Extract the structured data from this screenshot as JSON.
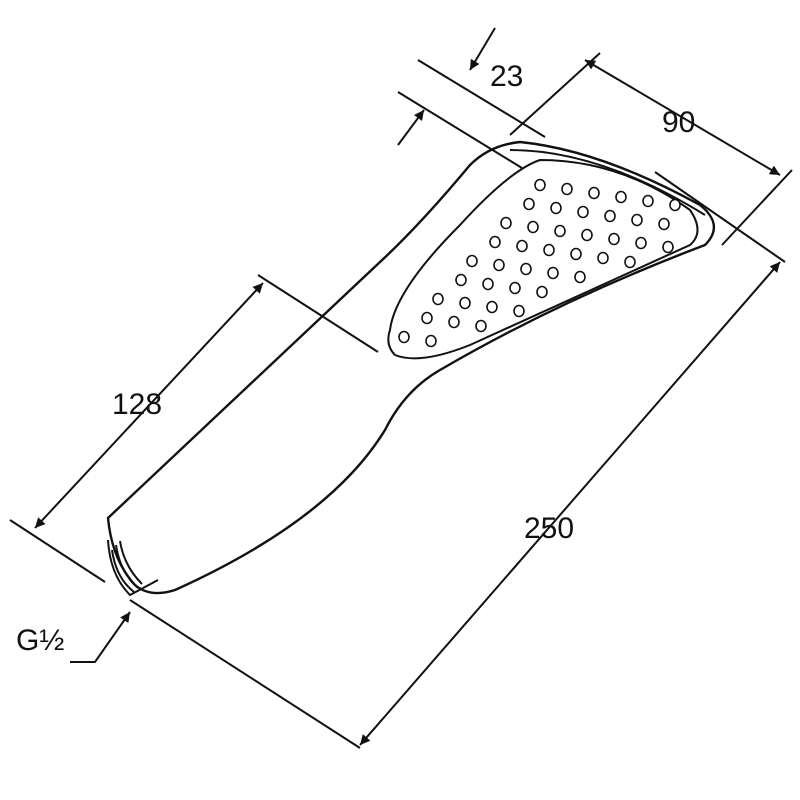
{
  "title": "Hand shower dimension drawing",
  "dimensions": {
    "head_depth": "23",
    "head_width": "90",
    "handle_length": "128",
    "total_length": "250",
    "thread": "G½"
  },
  "colors": {
    "line": "#111111",
    "background": "#ffffff"
  }
}
